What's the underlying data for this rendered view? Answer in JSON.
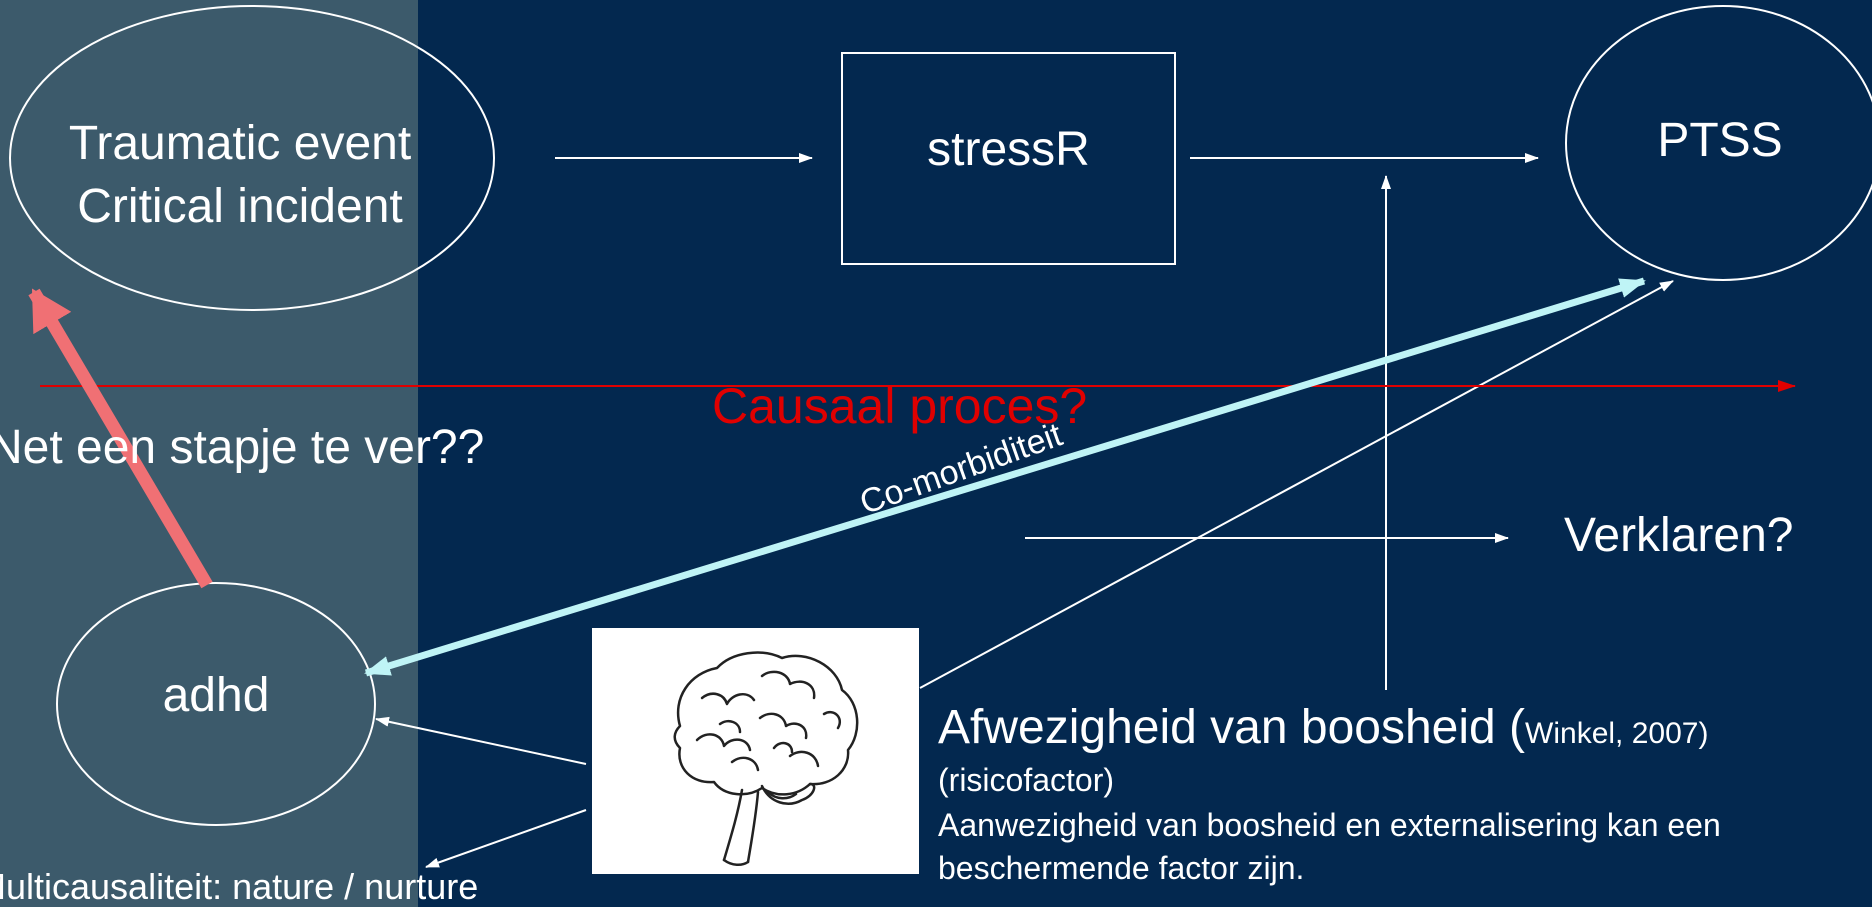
{
  "nodes": {
    "traumatic_event_line1": "Traumatic event",
    "traumatic_event_line2": "Critical incident",
    "stressr": "stressR",
    "ptss": "PTSS",
    "adhd": "adhd"
  },
  "labels": {
    "causaal_proces": "Causaal proces?",
    "net_een_stapje": "Net een stapje te ver??",
    "co_morbiditeit": "Co-morbiditeit",
    "verklaren": "Verklaren?",
    "multicausaliteit": "Multicausaliteit: nature / nurture"
  },
  "risk_text": {
    "main": "Afwezigheid van boosheid (",
    "citation": "Winkel, 2007)",
    "risicofactor": "(risicofactor)",
    "line1": "Aanwezigheid van boosheid en externalisering kan een",
    "line2": "beschermende factor zijn."
  },
  "colors": {
    "background": "#03284f",
    "left_panel": "#3c5a6b",
    "causal_line": "#e00000",
    "comorbidity_arrow": "#bff4f6",
    "adhd_arrow": "#f07074",
    "lines": "#ffffff"
  },
  "icons": [
    "brain-icon"
  ]
}
